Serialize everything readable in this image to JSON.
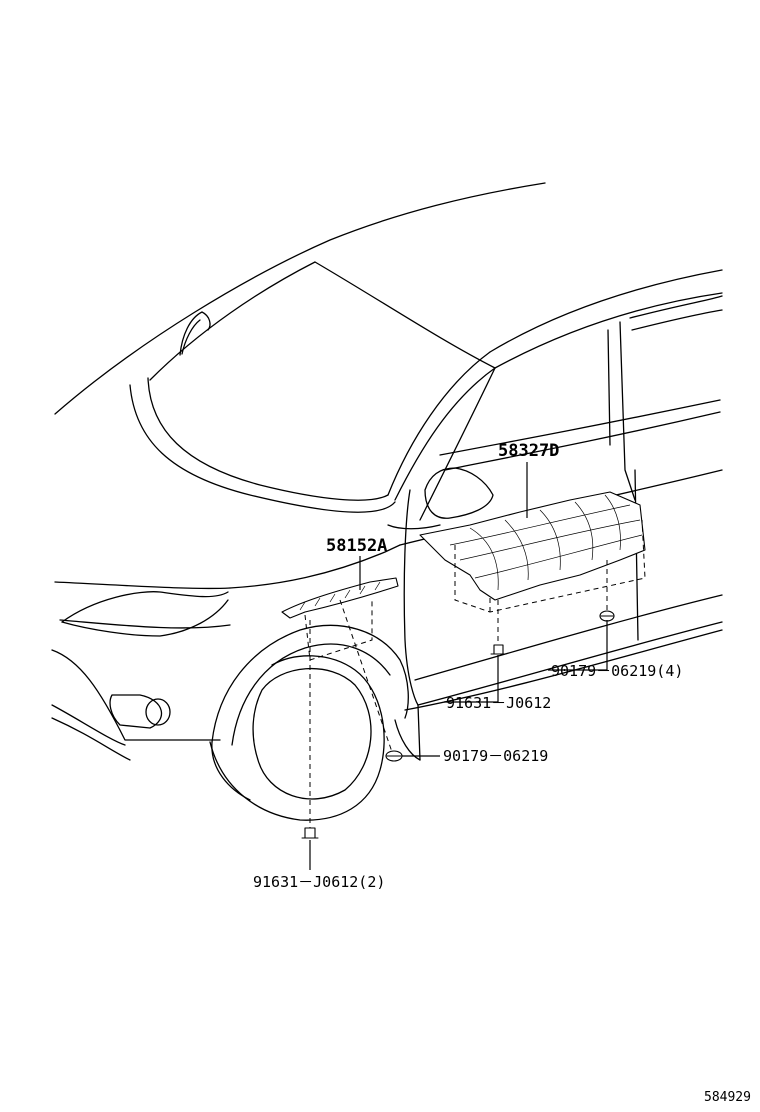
{
  "labels": {
    "part_58327D": "58327D",
    "part_58152A": "58152A",
    "part_90179_06219_4": "90179－06219(4)",
    "part_91631_J0612": "91631－J0612",
    "part_90179_06219": "90179－06219",
    "part_91631_J0612_2": "91631－J0612(2)"
  },
  "diagram_id": "584929"
}
